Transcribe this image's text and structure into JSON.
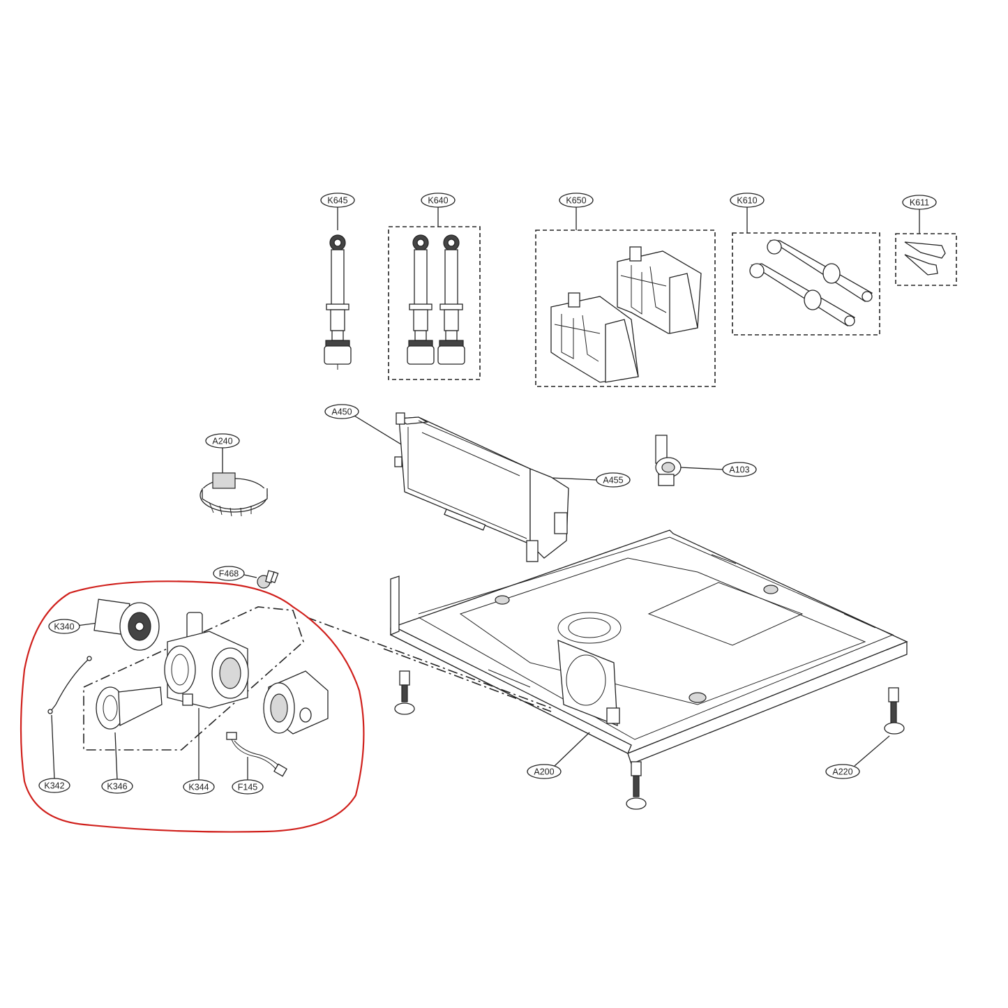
{
  "diagram": {
    "labels": {
      "K645": "K645",
      "K640": "K640",
      "K650": "K650",
      "K610": "K610",
      "K611": "K611",
      "A450": "A450",
      "A240": "A240",
      "A455": "A455",
      "A103": "A103",
      "F468": "F468",
      "K340": "K340",
      "K342": "K342",
      "K346": "K346",
      "K344": "K344",
      "F145": "F145",
      "A200": "A200",
      "A220": "A220"
    },
    "highlight_color": "#d0201c",
    "line_color": "#222222"
  }
}
